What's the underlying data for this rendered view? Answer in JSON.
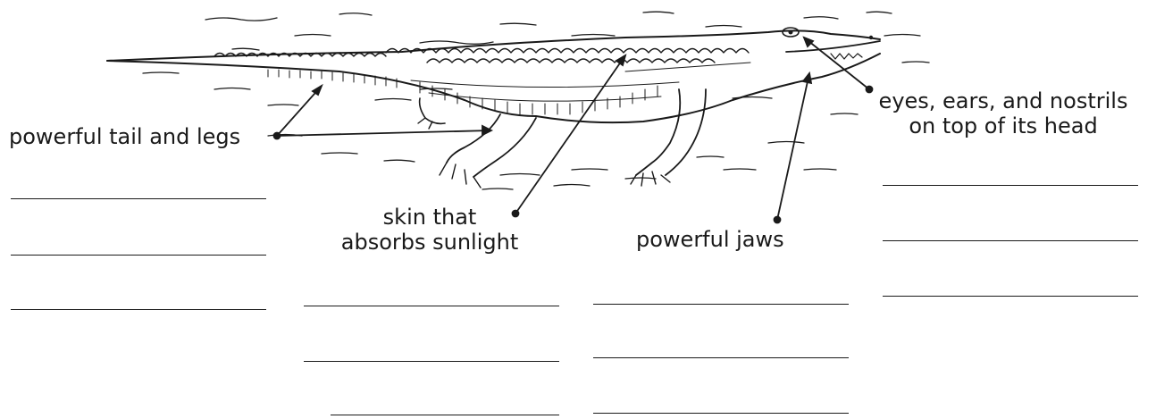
{
  "labels": {
    "tail_legs": "powerful tail and legs",
    "skin_line1": "skin that",
    "skin_line2": "absorbs sunlight",
    "jaws": "powerful jaws",
    "eyes_line1": "eyes, ears, and nostrils",
    "eyes_line2": "on top of its head"
  },
  "illustration": "alligator-swimming",
  "colors": {
    "ink": "#1a1a1a",
    "background": "#ffffff"
  }
}
